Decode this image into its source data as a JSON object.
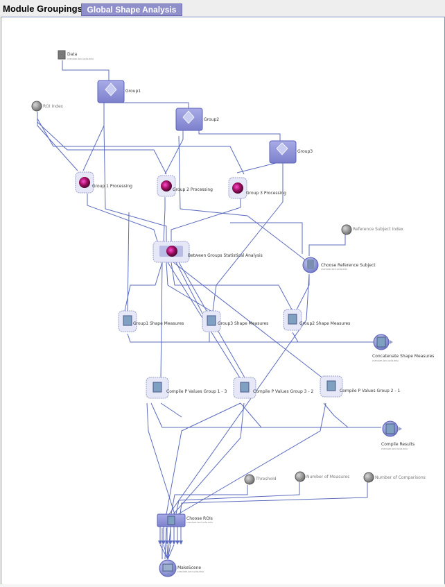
{
  "header": {
    "label": "Module Groupings:",
    "active_group": "Global Shape Analysis"
  },
  "colors": {
    "edge": "#5b6bbf",
    "group_fill": "#8c8fd6",
    "node_fill": "#e6e8f8",
    "input_fill": "#8a8a8a",
    "label_grey": "#777777",
    "canvas_border": "#8090c8"
  },
  "nodes": {
    "data": {
      "label": "Data",
      "sub": "cranium.loni.ucla.edu",
      "kind": "data-input"
    },
    "roi_index": {
      "label": "ROI Index",
      "kind": "parameter-input"
    },
    "group1": {
      "label": "Group1",
      "kind": "group"
    },
    "group2": {
      "label": "Group2",
      "kind": "group"
    },
    "group3": {
      "label": "Group3",
      "kind": "group"
    },
    "g1_proc": {
      "label": "Group 1 Processing",
      "kind": "pipeline"
    },
    "g2_proc": {
      "label": "Group 2 Processing",
      "kind": "pipeline"
    },
    "g3_proc": {
      "label": "Group 3 Processing",
      "kind": "pipeline"
    },
    "ref_index": {
      "label": "Reference Subject Index",
      "kind": "parameter-input"
    },
    "between": {
      "label": "Between Groups Statistical Analysis",
      "kind": "pipeline"
    },
    "choose_ref": {
      "label": "Choose Reference Subject",
      "sub": "cranium.loni.ucla.edu",
      "kind": "module"
    },
    "g1_shape": {
      "label": "Group1 Shape Measures",
      "kind": "pipeline"
    },
    "g3_shape": {
      "label": "Group3 Shape Measures",
      "kind": "pipeline"
    },
    "g2_shape": {
      "label": "Group2 Shape Measures",
      "kind": "pipeline"
    },
    "concat": {
      "label": "Concatenate Shape Measures",
      "sub": "cranium.loni.ucla.edu",
      "kind": "module"
    },
    "cpv13": {
      "label": "Compile P Values Group 1 - 3",
      "kind": "pipeline"
    },
    "cpv32": {
      "label": "Compile P Values Group 3 - 2",
      "kind": "pipeline"
    },
    "cpv21": {
      "label": "Compile P Values Group 2 - 1",
      "kind": "pipeline"
    },
    "compile_results": {
      "label": "Compile Results",
      "sub": "cranium.loni.ucla.edu",
      "kind": "module"
    },
    "threshold": {
      "label": "Threshold",
      "kind": "parameter-input"
    },
    "num_measures": {
      "label": "Number of Measures",
      "kind": "parameter-input"
    },
    "num_comparisons": {
      "label": "Number of Comparisons",
      "kind": "parameter-input"
    },
    "choose_rois": {
      "label": "Choose ROIs",
      "sub": "cranium.loni.ucla.edu",
      "kind": "module"
    },
    "makescene": {
      "label": "MakeScene",
      "sub": "cranium.loni.ucla.edu",
      "kind": "module"
    }
  }
}
